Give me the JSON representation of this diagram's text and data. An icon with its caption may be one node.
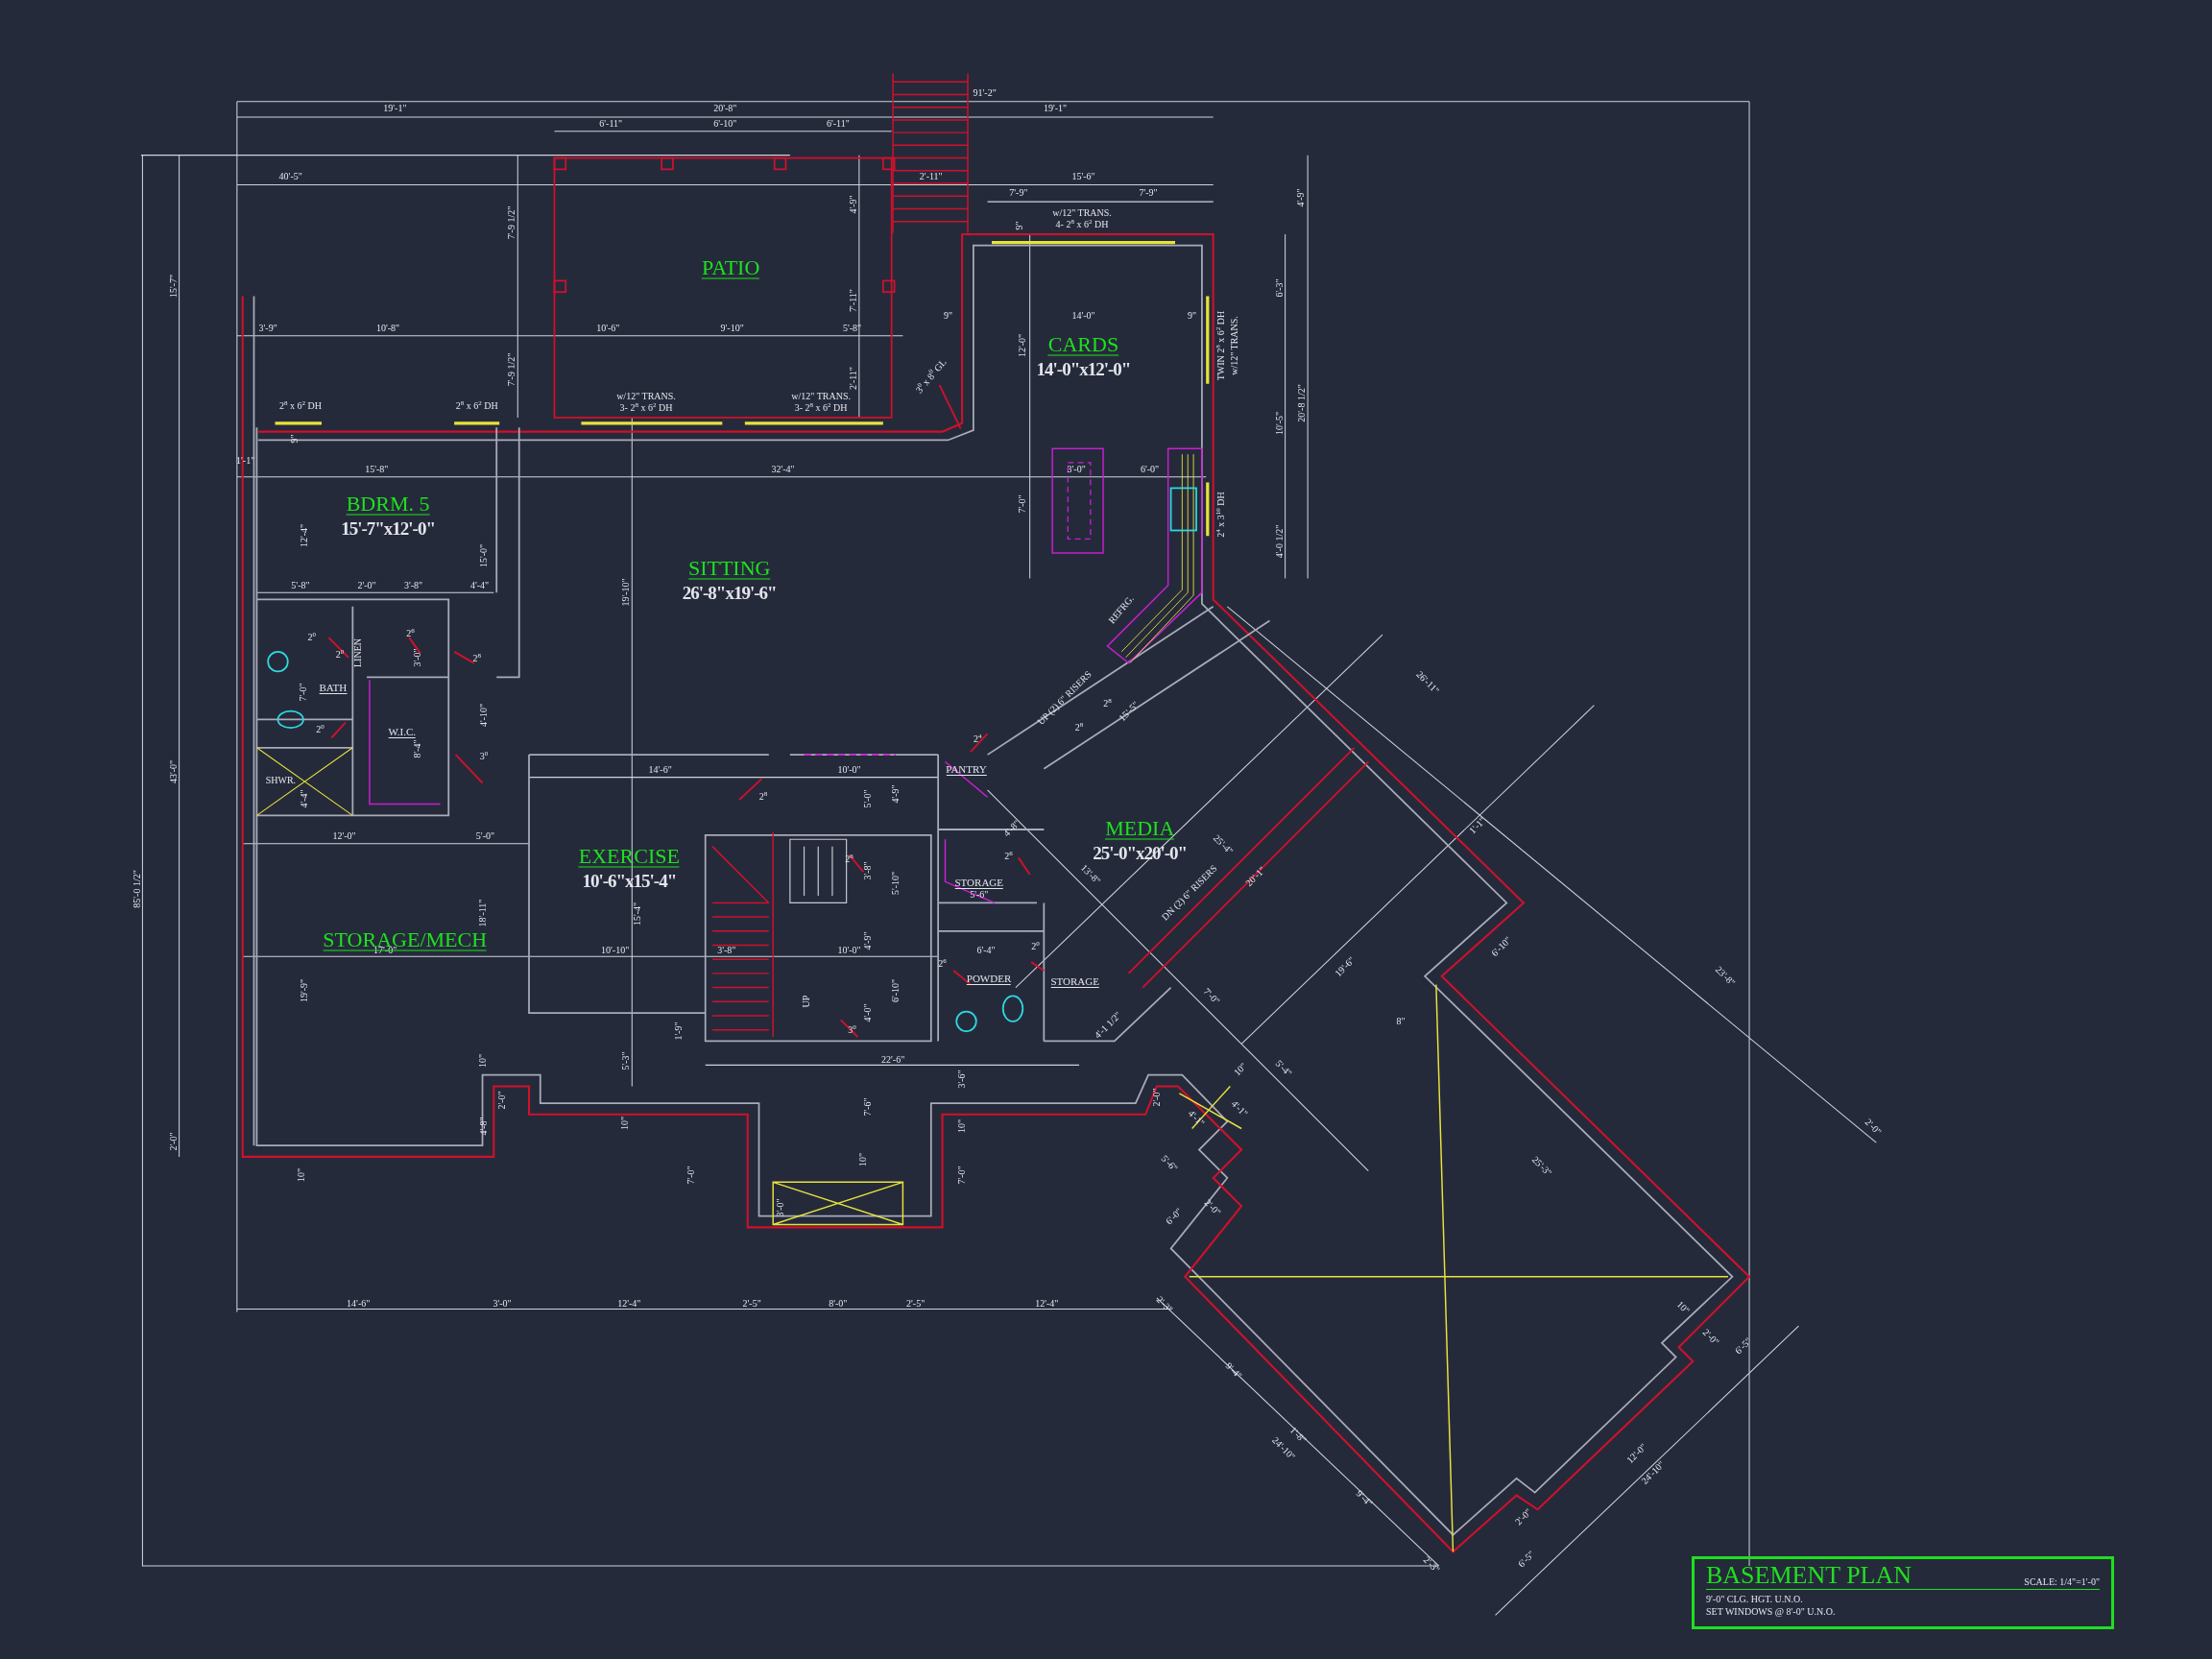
{
  "diagram": {
    "title": "BASEMENT PLAN",
    "labels": [
      "91'-2\"",
      "19'-1\"",
      "20'-8\"",
      "19'-1\"",
      "6'-11\"",
      "6'-10\"",
      "6'-11\"",
      "40'-5\"",
      "2'-11\"",
      "15'-6\"",
      "7'-9\"",
      "7'-9\"",
      "4'-9\"",
      "7'-9 1/2\"",
      "4'-9\"",
      "9\"",
      "w/12\" TRANS.",
      "4- 2$^{8}$ x 6$^{2}$ DH",
      "PATIO",
      "15'-7\"",
      "7'-11\"",
      "6'-3\"",
      "9\"",
      "14'-0\"",
      "9\"",
      "3'-9\"",
      "10'-8\"",
      "10'-6\"",
      "9'-10\"",
      "5'-8\"",
      "12'-0\"",
      "CARDS",
      "TWIN 2$^{8}$ x 6$^{2}$ DH",
      "w/12\" TRANS.",
      "7'-9 1/2\"",
      "2'-11\"",
      "3$^{0}$ x 8$^{0}$ GL",
      "14'-0\"x12'-0\"",
      "2$^{8}$ x 6$^{2}$ DH",
      "2$^{8}$ x 6$^{2}$ DH",
      "w/12\" TRANS.",
      "3- 2$^{8}$ x 6$^{2}$ DH",
      "w/12\" TRANS.",
      "3- 2$^{8}$ x 6$^{2}$ DH",
      "9\"",
      "10'-5\"",
      "20'-8 1/2\"",
      "1'-1\"",
      "15'-8\"",
      "32'-4\"",
      "3'-0\"",
      "6'-0\"",
      "BDRM. 5",
      "7'-0\"",
      "2$^{4}$ x 3$^{10}$ DH",
      "12'-4\"",
      "15'-7\"x12'-0\"",
      "4'-0 1/2\"",
      "15'-0\"",
      "SITTING",
      "5'-8\"",
      "2'-0\"",
      "3'-8\"",
      "4'-4\"",
      "19'-10\"",
      "26'-8\"x19'-6\"",
      "REFRG.",
      "2$^{0}$",
      "2$^{0}$",
      "LINEN",
      "2$^{6}$",
      "3'-0\"",
      "2$^{8}$",
      "7'-0\"",
      "BATH",
      "4'-10\"",
      "UP (2) 6\" RISERS",
      "2$^{8}$",
      "15'-5\"",
      "26'-11\"",
      "2$^{0}$",
      "W.I.C.",
      "8'-4\"",
      "2$^{4}$",
      "2$^{8}$",
      "43'-0\"",
      "SHWR.",
      "3$^{0}$",
      "14'-6\"",
      "10'-0\"",
      "PANTRY",
      "4'-4\"",
      "2$^{8}$",
      "5'-0\"",
      "4'-9\"",
      "12'-0\"",
      "5'-0\"",
      "4'-8\"",
      "MEDIA",
      "25'-0\"x20'-0\"",
      "25'-4\"",
      "1'-1\"",
      "85'-0 1/2\"",
      "EXERCISE",
      "10'-6\"x15'-4\"",
      "2$^{6}$",
      "3'-8\"",
      "5'-10\"",
      "STORAGE",
      "2$^{6}$",
      "13'-8\"",
      "DN (2) 6\" RISERS",
      "20'-1\"",
      "18'-11\"",
      "15'-4\"",
      "5'-6\"",
      "17'-0\"",
      "STORAGE/MECH",
      "10'-10\"",
      "3'-8\"",
      "10'-0\"",
      "4'-9\"",
      "6'-4\"",
      "2$^{0}$",
      "6'-10\"",
      "19'-9\"",
      "UP",
      "6'-10\"",
      "2$^{6}$",
      "POWDER",
      "STORAGE",
      "7'-0\"",
      "19'-6\"",
      "23'-8\"",
      "1'-9\"",
      "3$^{0}$",
      "4'-0\"",
      "4'-1 1/2\"",
      "8\"",
      "10\"",
      "5'-3\"",
      "22'-6\"",
      "3'-6\"",
      "10\"",
      "5'-4\"",
      "2'-0\"",
      "4'-8\"",
      "2'-0\"",
      "10\"",
      "7'-6\"",
      "10\"",
      "2'-0\"",
      "4'-1\"",
      "4'-1\"",
      "2'-0\"",
      "10\"",
      "7'-0\"",
      "10\"",
      "7'-0\"",
      "5'-6\"",
      "25'-3\"",
      "3'-0\"",
      "6'-0\"",
      "2'-0\"",
      "14'-6\"",
      "3'-0\"",
      "12'-4\"",
      "2'-5\"",
      "8'-0\"",
      "2'-5\"",
      "12'-4\"",
      "2'-3\"",
      "10\"",
      "9'-4\"",
      "2'-0\"",
      "6'-5\"",
      "24'-10\"",
      "1'-8\"",
      "12'-0\"",
      "24'-10\"",
      "9'-4\"",
      "2'-0\"",
      "2'-3\"",
      "6'-5\"",
      "SCALE: 1/4\"=1'-0\"",
      "9'-0\" CLG. HGT. U.N.O.",
      "SET WINDOWS @ 8'-0\" U.N.O."
    ]
  }
}
